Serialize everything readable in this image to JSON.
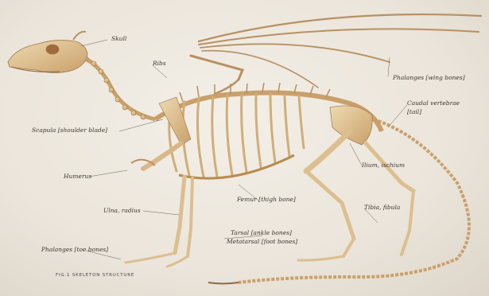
{
  "labels": {
    "skull": "Skull",
    "ribs": "Ribs",
    "phalanges_wing": "Phalanges [wing bones]",
    "caudal_line1": "Caudal vertebrae",
    "caudal_line2": "[tail]",
    "scapula": "Scapula [shoulder blade]",
    "humerus": "Humerus",
    "ilium": "Ilium, ischium",
    "femur": "Femur [thigh bone]",
    "tibia_fibula": "Tibia, fibula",
    "ulna_radius": "Ulna, radius",
    "tarsal_line1": "Tarsal [ankle bones]",
    "tarsal_line2": "Metatarsal [foot bones]",
    "phalanges_foot": "Phalanges [toe bones]",
    "figure_caption": "FIG.1 SKELETON STRUCTURE"
  },
  "colors": {
    "paper": "#ece6dc",
    "bone": "#e2c79a",
    "bone_shadow": "#b88b4f",
    "ink": "#3b3531"
  }
}
